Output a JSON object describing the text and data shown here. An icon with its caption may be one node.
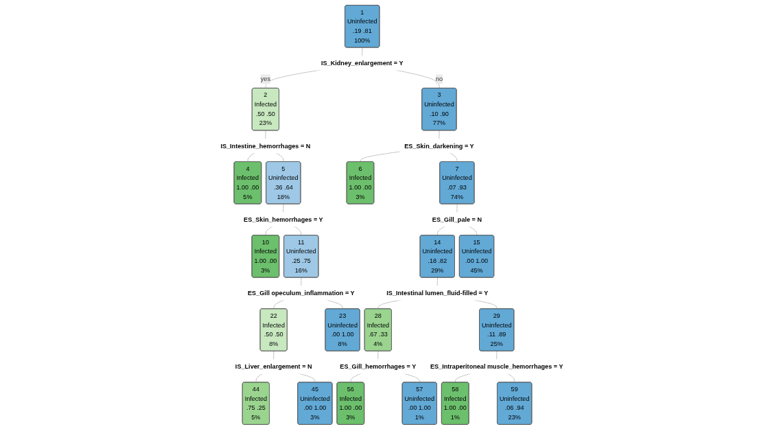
{
  "diagram": {
    "nodes": [
      {
        "text": [
          "1",
          "Uninfected",
          ".19 .81",
          "100%"
        ]
      },
      {
        "text": [
          "IS_Kidney_enlargement = Y"
        ]
      },
      {
        "text": [
          "2",
          "Infected",
          ".50 .50",
          "23%"
        ]
      },
      {
        "text": [
          "3",
          "Uninfected",
          ".10 .90",
          "77%"
        ]
      },
      {
        "text": [
          "IS_Intestine_hemorrhages = N"
        ]
      },
      {
        "text": [
          "ES_Skin_darkening = Y"
        ]
      },
      {
        "text": [
          "5",
          "Uninfected",
          ".36 .64",
          "18%"
        ]
      },
      {
        "text": [
          "7",
          "Uninfected",
          ".07 .93",
          "74%"
        ]
      },
      {
        "text": [
          "ES_Skin_hemorrhages = Y"
        ]
      },
      {
        "text": [
          "ES_Gill_pale = N"
        ]
      },
      {
        "text": [
          "11",
          "Uninfected",
          ".25 .75",
          "16%"
        ]
      },
      {
        "text": [
          "14",
          "Uninfected",
          ".18 .82",
          "29%"
        ]
      },
      {
        "text": [
          "ES_Gill opeculum_inflammation = Y"
        ]
      },
      {
        "text": [
          "IS_Intestinal lumen_fluid-filled = Y"
        ]
      },
      {
        "text": [
          "22",
          "Infected",
          ".50 .50",
          "8%"
        ]
      },
      {
        "text": [
          "28",
          "Infected",
          ".67 .33",
          "4%"
        ]
      },
      {
        "text": [
          "29",
          "Uninfected",
          ".11 .89",
          "25%"
        ]
      },
      {
        "text": [
          "IS_Liver_enlargement = N"
        ]
      },
      {
        "text": [
          "ES_Gill_hemorrhages = Y"
        ]
      },
      {
        "text": [
          "ES_Intraperitoneal muscle_hemorrhages = Y"
        ]
      },
      {
        "text": [
          "4",
          "Infected",
          "1.00 .00",
          "5%"
        ]
      },
      {
        "text": [
          "10",
          "Infected",
          "1.00 .00",
          "3%"
        ]
      },
      {
        "text": [
          "44",
          "Infected",
          ".75 .25",
          "5%"
        ]
      },
      {
        "text": [
          "45",
          "Uninfected",
          ".00 1.00",
          "3%"
        ]
      },
      {
        "text": [
          "23",
          "Uninfected",
          ".00 1.00",
          "8%"
        ]
      },
      {
        "text": [
          "6",
          "Infected",
          "1.00 .00",
          "3%"
        ]
      },
      {
        "text": [
          "56",
          "Infected",
          "1.00 .00",
          "3%"
        ]
      },
      {
        "text": [
          "57",
          "Uninfected",
          ".00 1.00",
          "1%"
        ]
      },
      {
        "text": [
          "58",
          "Infected",
          "1.00 .00",
          "1%"
        ]
      },
      {
        "text": [
          "59",
          "Uninfected",
          ".06 .94",
          "23%"
        ]
      },
      {
        "text": [
          "15",
          "Uninfected",
          ".00 1.00",
          "45%"
        ]
      }
    ],
    "edges": [
      {
        "from": 0,
        "to": 1,
        "arrow": "none",
        "style": "dashed"
      },
      {
        "from": 1,
        "to": 2,
        "arrow": "none",
        "style": "dashed",
        "label": "yes"
      },
      {
        "from": 1,
        "to": 3,
        "arrow": "none",
        "style": "dashed",
        "label": "no"
      },
      {
        "from": 2,
        "to": 4,
        "arrow": "none",
        "style": "dashed"
      },
      {
        "from": 4,
        "to": 20,
        "arrow": "none",
        "style": "dashed"
      },
      {
        "from": 4,
        "to": 6,
        "arrow": "none",
        "style": "dashed"
      },
      {
        "from": 3,
        "to": 5,
        "arrow": "none",
        "style": "dashed"
      },
      {
        "from": 5,
        "to": 25,
        "arrow": "none",
        "style": "dashed"
      },
      {
        "from": 5,
        "to": 7,
        "arrow": "none",
        "style": "dashed"
      },
      {
        "from": 6,
        "to": 8,
        "arrow": "none",
        "style": "dashed"
      },
      {
        "from": 8,
        "to": 21,
        "arrow": "none",
        "style": "dashed"
      },
      {
        "from": 8,
        "to": 10,
        "arrow": "none",
        "style": "dashed"
      },
      {
        "from": 7,
        "to": 9,
        "arrow": "none",
        "style": "dashed"
      },
      {
        "from": 9,
        "to": 11,
        "arrow": "none",
        "style": "dashed"
      },
      {
        "from": 9,
        "to": 30,
        "arrow": "none",
        "style": "dashed"
      },
      {
        "from": 10,
        "to": 12,
        "arrow": "none",
        "style": "dashed"
      },
      {
        "from": 12,
        "to": 14,
        "arrow": "none",
        "style": "dashed"
      },
      {
        "from": 12,
        "to": 24,
        "arrow": "none",
        "style": "dashed"
      },
      {
        "from": 11,
        "to": 13,
        "arrow": "none",
        "style": "dashed"
      },
      {
        "from": 13,
        "to": 15,
        "arrow": "none",
        "style": "dashed"
      },
      {
        "from": 13,
        "to": 16,
        "arrow": "none",
        "style": "dashed"
      },
      {
        "from": 14,
        "to": 17,
        "arrow": "none",
        "style": "dashed"
      },
      {
        "from": 17,
        "to": 22,
        "arrow": "none",
        "style": "dashed"
      },
      {
        "from": 17,
        "to": 23,
        "arrow": "none",
        "style": "dashed"
      },
      {
        "from": 15,
        "to": 18,
        "arrow": "none",
        "style": "dashed"
      },
      {
        "from": 18,
        "to": 26,
        "arrow": "none",
        "style": "dashed"
      },
      {
        "from": 18,
        "to": 27,
        "arrow": "none",
        "style": "dashed"
      },
      {
        "from": 16,
        "to": 19,
        "arrow": "none",
        "style": "dashed"
      },
      {
        "from": 19,
        "to": 28,
        "arrow": "none",
        "style": "dashed"
      },
      {
        "from": 19,
        "to": 29,
        "arrow": "none",
        "style": "dashed"
      }
    ]
  }
}
